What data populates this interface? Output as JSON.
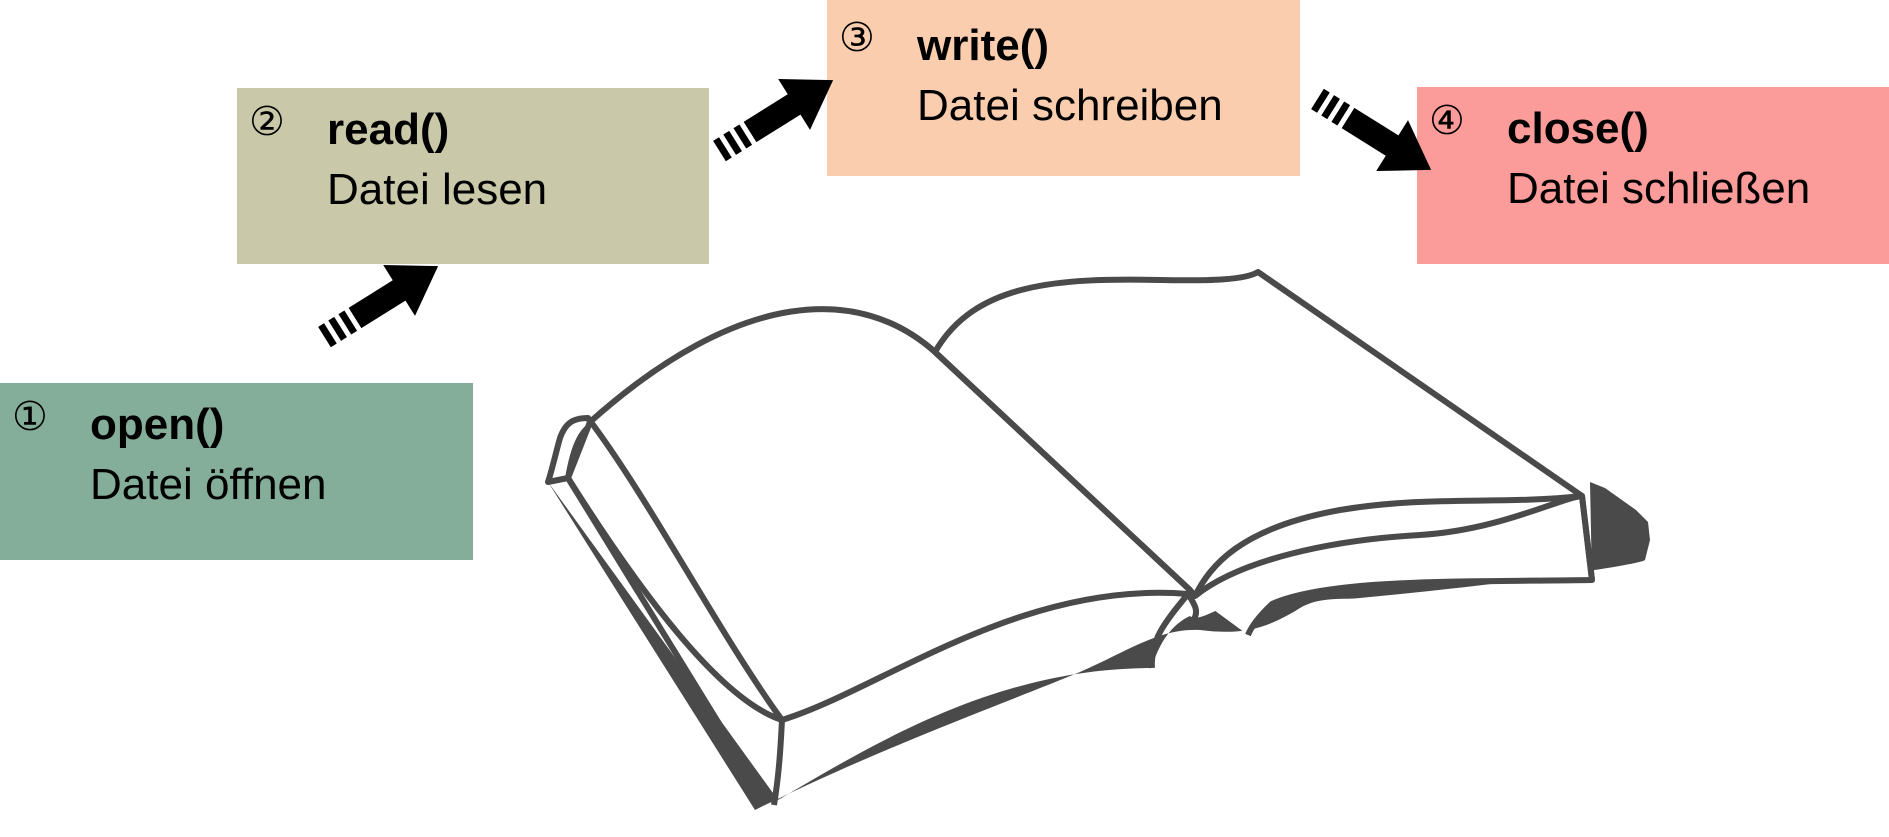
{
  "colors": {
    "open": "#85AE9A",
    "read": "#C9C8A8",
    "write": "#F9CDAD",
    "close": "#FC9C9A",
    "ink": "#4A4A4A"
  },
  "steps": [
    {
      "number": "①",
      "function": "open()",
      "description": "Datei öffnen"
    },
    {
      "number": "②",
      "function": "read()",
      "description": "Datei lesen"
    },
    {
      "number": "③",
      "function": "write()",
      "description": "Datei schreiben"
    },
    {
      "number": "④",
      "function": "close()",
      "description": "Datei schließen"
    }
  ],
  "icons": {
    "arrow": "dashed-arrow-icon",
    "book": "open-book-icon"
  }
}
